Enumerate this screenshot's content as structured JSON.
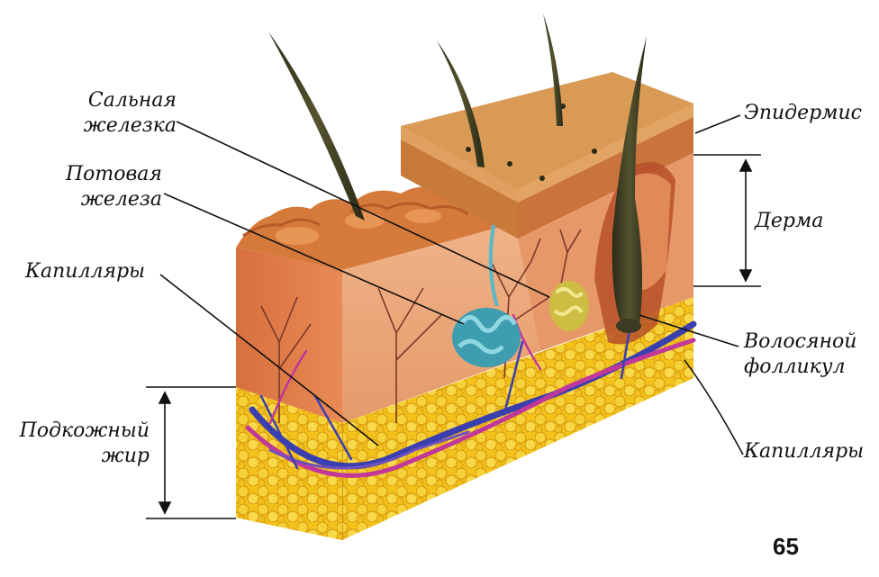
{
  "labels": {
    "sebaceous_gland": [
      "Сальная",
      "железка"
    ],
    "sweat_gland": [
      "Потовая",
      "железа"
    ],
    "capillaries_left": "Капилляры",
    "subcutaneous_fat": [
      "Подкожный",
      "жир"
    ],
    "epidermis": "Эпидермис",
    "dermis": "Дерма",
    "hair_follicle": [
      "Волосяной",
      "фолликул"
    ],
    "capillaries_right": "Капилляры"
  },
  "page_number": "65",
  "colors": {
    "epidermis": "#d9894a",
    "dermis": "#e8a77a",
    "dermis_dark": "#c8683c",
    "fat": "#f2c21a",
    "fat_dark": "#d99a10",
    "hair": "#3b3a22",
    "vein": "#3a3fb0",
    "artery": "#c0389a",
    "sweat_gland": "#56b8c8",
    "sebaceous_gland": "#d8cf5a",
    "line": "#111111"
  }
}
